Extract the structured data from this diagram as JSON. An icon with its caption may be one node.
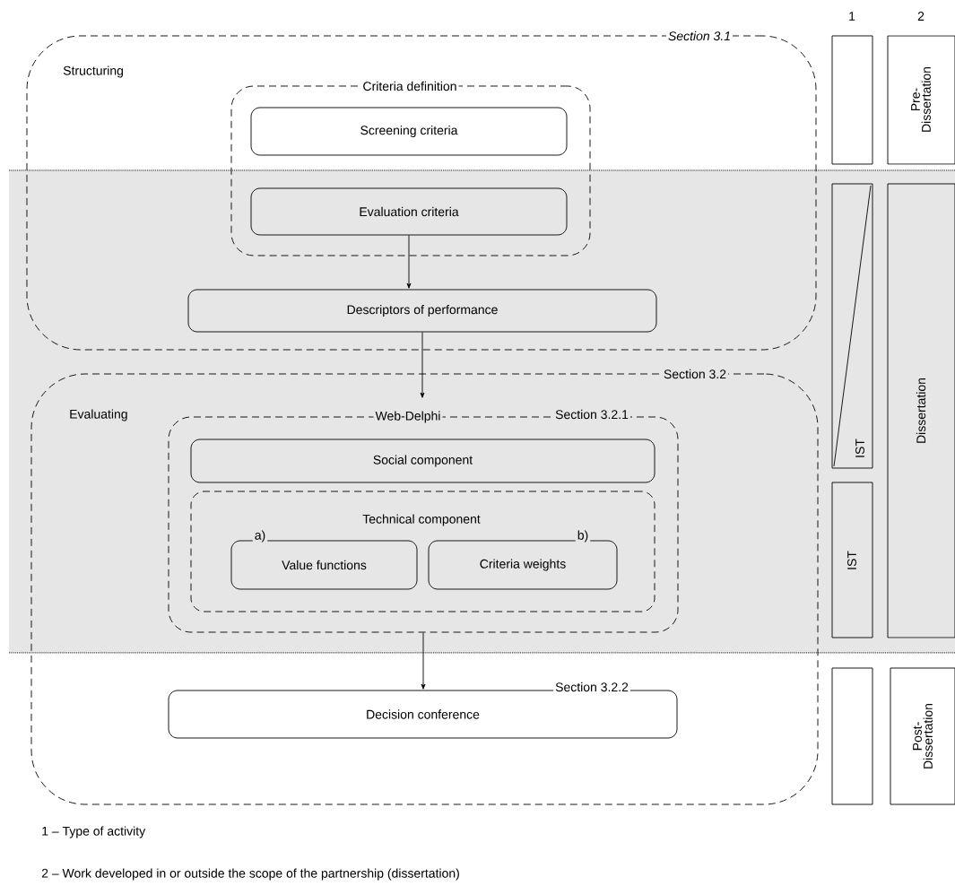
{
  "diagram": {
    "nodes": [
      {
        "text": [
          "Section 3.1",
          "Structuring"
        ]
      },
      {
        "text": [
          "Criteria definition"
        ],
        "in": 0
      },
      {
        "text": [
          "Screening criteria"
        ],
        "in": 1
      },
      {
        "text": [
          "Evaluation criteria"
        ],
        "in": 1
      },
      {
        "text": [
          "Descriptors of performance"
        ],
        "in": 0
      },
      {
        "text": [
          "Section 3.2",
          "Evaluating"
        ]
      },
      {
        "text": [
          "Web-Delphi",
          "Section 3.2.1"
        ],
        "in": 5
      },
      {
        "text": [
          "Social component"
        ],
        "in": 6
      },
      {
        "text": [
          "Technical component"
        ],
        "in": 6
      },
      {
        "text": [
          "Value functions"
        ],
        "beside": [
          "a)"
        ],
        "in": 8
      },
      {
        "text": [
          "Criteria weights"
        ],
        "beside": [
          "b)"
        ],
        "in": 8
      },
      {
        "text": [
          "Decision conference"
        ],
        "beside": [
          "Section 3.2.2"
        ],
        "in": 5
      },
      {
        "text": [],
        "shape": "box"
      },
      {
        "text": [
          "Pre-Dissertation"
        ]
      },
      {
        "text": [
          "IST"
        ]
      },
      {
        "text": [
          "IST"
        ]
      },
      {
        "text": [
          "Dissertation"
        ]
      },
      {
        "text": [],
        "shape": "box"
      },
      {
        "text": [
          "Post-Dissertation"
        ]
      }
    ],
    "edges": [
      {
        "from": 3,
        "to": 4,
        "arrow": "to"
      },
      {
        "from": 4,
        "to": 6,
        "arrow": "to"
      },
      {
        "from": 6,
        "to": 11,
        "arrow": "to"
      }
    ],
    "labels": [
      "1",
      "2",
      "1 – Type of activity",
      "2 – Work developed in or outside the scope of the partnership (dissertation)"
    ]
  }
}
